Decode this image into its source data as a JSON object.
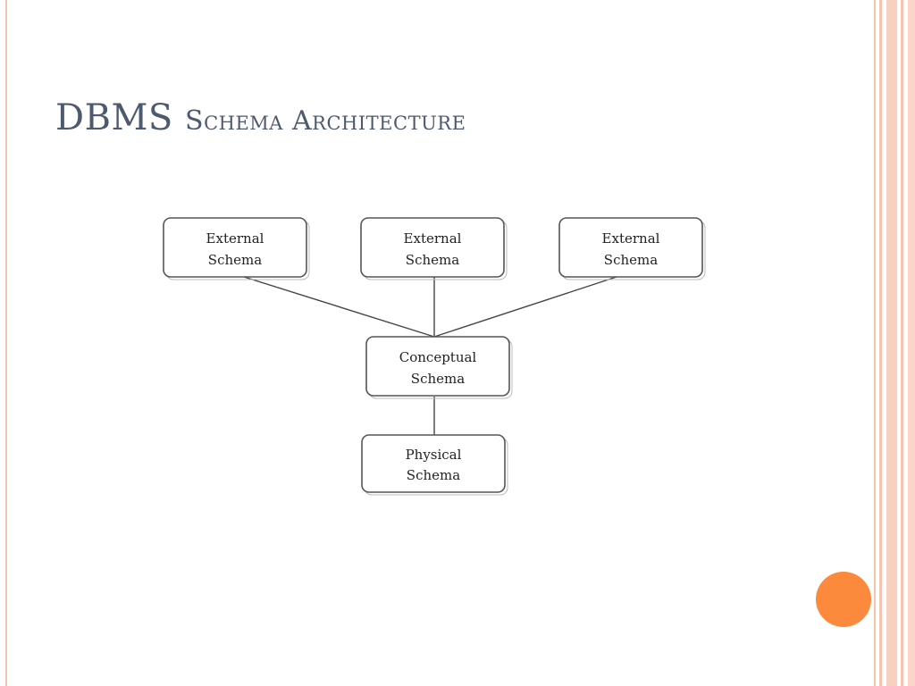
{
  "slide": {
    "title_first": "DBMS",
    "title_rest": "Schema Architecture",
    "colors": {
      "title": "#4d5a6d",
      "accent_circle": "#fb8a3c",
      "stripe": "#f6c4b1"
    }
  },
  "diagram": {
    "nodes": [
      {
        "id": "external1",
        "line1": "External",
        "line2": "Schema"
      },
      {
        "id": "external2",
        "line1": "External",
        "line2": "Schema"
      },
      {
        "id": "external3",
        "line1": "External",
        "line2": "Schema"
      },
      {
        "id": "conceptual",
        "line1": "Conceptual",
        "line2": "Schema"
      },
      {
        "id": "physical",
        "line1": "Physical",
        "line2": "Schema"
      }
    ],
    "edges": [
      {
        "from": "external1",
        "to": "conceptual"
      },
      {
        "from": "external2",
        "to": "conceptual"
      },
      {
        "from": "external3",
        "to": "conceptual"
      },
      {
        "from": "conceptual",
        "to": "physical"
      }
    ]
  }
}
